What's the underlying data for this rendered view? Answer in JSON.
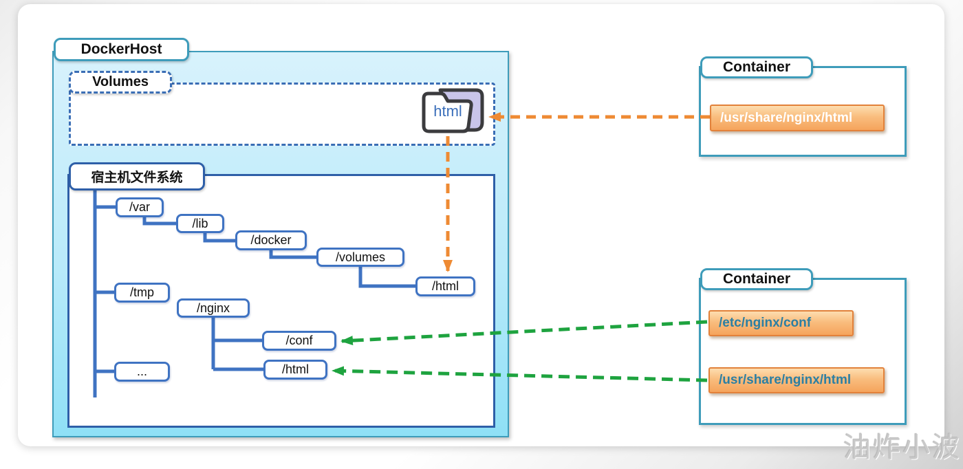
{
  "docker_host": {
    "label": "DockerHost",
    "volumes": {
      "label": "Volumes",
      "folder_label": "html"
    },
    "filesystem": {
      "label": "宿主机文件系统",
      "nodes": [
        {
          "id": "var",
          "label": "/var"
        },
        {
          "id": "lib",
          "label": "/lib"
        },
        {
          "id": "docker",
          "label": "/docker"
        },
        {
          "id": "volumes",
          "label": "/volumes"
        },
        {
          "id": "html-under-volumes",
          "label": "/html"
        },
        {
          "id": "tmp",
          "label": "/tmp"
        },
        {
          "id": "nginx",
          "label": "/nginx"
        },
        {
          "id": "conf",
          "label": "/conf"
        },
        {
          "id": "html-under-nginx",
          "label": "/html"
        },
        {
          "id": "ellipsis",
          "label": "..."
        }
      ]
    }
  },
  "containers": [
    {
      "label": "Container",
      "paths": [
        "/usr/share/nginx/html"
      ]
    },
    {
      "label": "Container",
      "paths": [
        "/etc/nginx/conf",
        "/usr/share/nginx/html"
      ]
    }
  ],
  "mappings": [
    {
      "from": "container-1 /usr/share/nginx/html",
      "to": "volume folder html",
      "style": "orange-dashed"
    },
    {
      "from": "volume folder html",
      "to": "host /var/lib/docker/volumes/html",
      "style": "orange-dashed"
    },
    {
      "from": "container-2 /etc/nginx/conf",
      "to": "host /tmp/nginx/conf",
      "style": "green-dashed"
    },
    {
      "from": "container-2 /usr/share/nginx/html",
      "to": "host /tmp/nginx/html",
      "style": "green-dashed"
    }
  ],
  "watermark": "油炸小波",
  "colors": {
    "teal_border": "#3e9cba",
    "dockerhost_fill_top": "#d8f2fc",
    "dockerhost_fill_bottom": "#8fe0f6",
    "dashed_blue": "#3a6eb5",
    "hostfs_border": "#2e5fa8",
    "tree_blue": "#3f73c2",
    "orange_arrow": "#ee8a33",
    "green_arrow": "#1ea33f",
    "orange_box_border": "#e2813a",
    "orange_box_fill_top": "#fdddb0",
    "orange_box_fill_bottom": "#f5a45c",
    "path_text_teal": "#2c7fa3",
    "folder_text_blue": "#3b6fba",
    "folder_outline": "#3b3b3e",
    "folder_flap_lavender": "#c9c5ea"
  }
}
